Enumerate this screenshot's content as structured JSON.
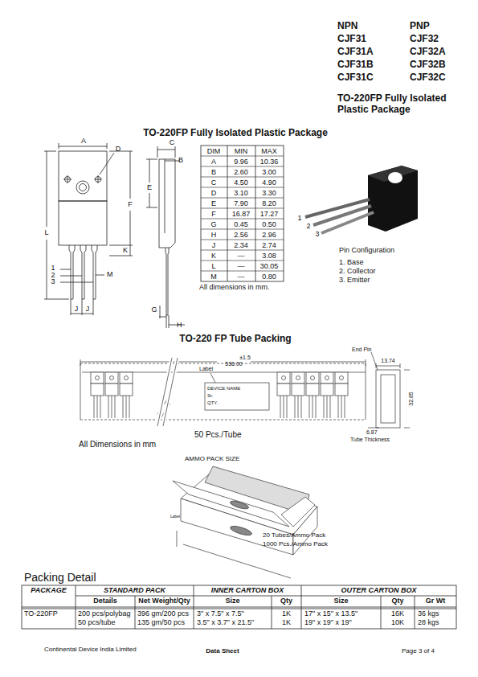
{
  "diagram": {
    "title": "TO-220FP Fully Isolated Plastic Package",
    "labels": [
      "NPN",
      "PNP",
      "CJF31",
      "CJF32",
      "CJF31A",
      "CJF32A",
      "CJF31B",
      "CJF32B",
      "CJF31C",
      "CJF32C",
      "TO-220FP Fully Isolated Plastic Package",
      "A",
      "D",
      "L",
      "F",
      "E",
      "C",
      "B",
      "K",
      "M",
      "1",
      "2",
      "3",
      "J",
      "J",
      "G",
      "H",
      "DIM",
      "MIN",
      "MAX",
      "A",
      "9.96",
      "10.36",
      "B",
      "2.60",
      "3.00",
      "C",
      "4.50",
      "4.90",
      "D",
      "3.10",
      "3.30",
      "E",
      "7.90",
      "8.20",
      "F",
      "16.87",
      "17.27",
      "G",
      "0.45",
      "0.50",
      "H",
      "2.56",
      "2.96",
      "J",
      "2.34",
      "2.74",
      "K",
      "—",
      "3.08",
      "L",
      "—",
      "30.05",
      "M",
      "—",
      "0.80",
      "All dimensions in mm.",
      "1",
      "2",
      "3",
      "Pin Configuration",
      "1.  Base",
      "2.  Collector",
      "3.  Emitter",
      "TO-220 FP Tube Packing",
      "±1.5",
      "536.00",
      "Label",
      "DEVICE NAME",
      "Sr.",
      "QTY.",
      "End Pin",
      "13.74",
      "32.85",
      "6.87",
      "Tube Thickness",
      "All Dimensions in mm",
      "50 Pcs./Tube",
      "AMMO PACK SIZE",
      "Label",
      "20 Tubes/Ammo Pack",
      "1000 Pcs./Ammo Pack",
      "Packing Detail",
      "PACKAGE",
      "STANDARD PACK",
      "INNER CARTON BOX",
      "OUTER CARTON BOX",
      "Details",
      "Net Weight/Qty",
      "Size",
      "Qty",
      "Size",
      "Qty",
      "Gr Wt",
      "TO-220FP",
      "200 pcs/polybag",
      "396 gm/200 pcs",
      "3\" x 7.5\" x 7.5\"",
      "1K",
      "17\" x 15\" x 13.5\"",
      "16K",
      "36 kgs",
      "50 pcs/tube",
      "135 gm/50 pcs",
      "3.5\" x 3.7\" x 21.5\"",
      "1K",
      "19\" x 19\" x 19\"",
      "10K",
      "28 kgs",
      "Continental Device India Limited",
      "Data Sheet",
      "Page 3 of 4"
    ]
  }
}
